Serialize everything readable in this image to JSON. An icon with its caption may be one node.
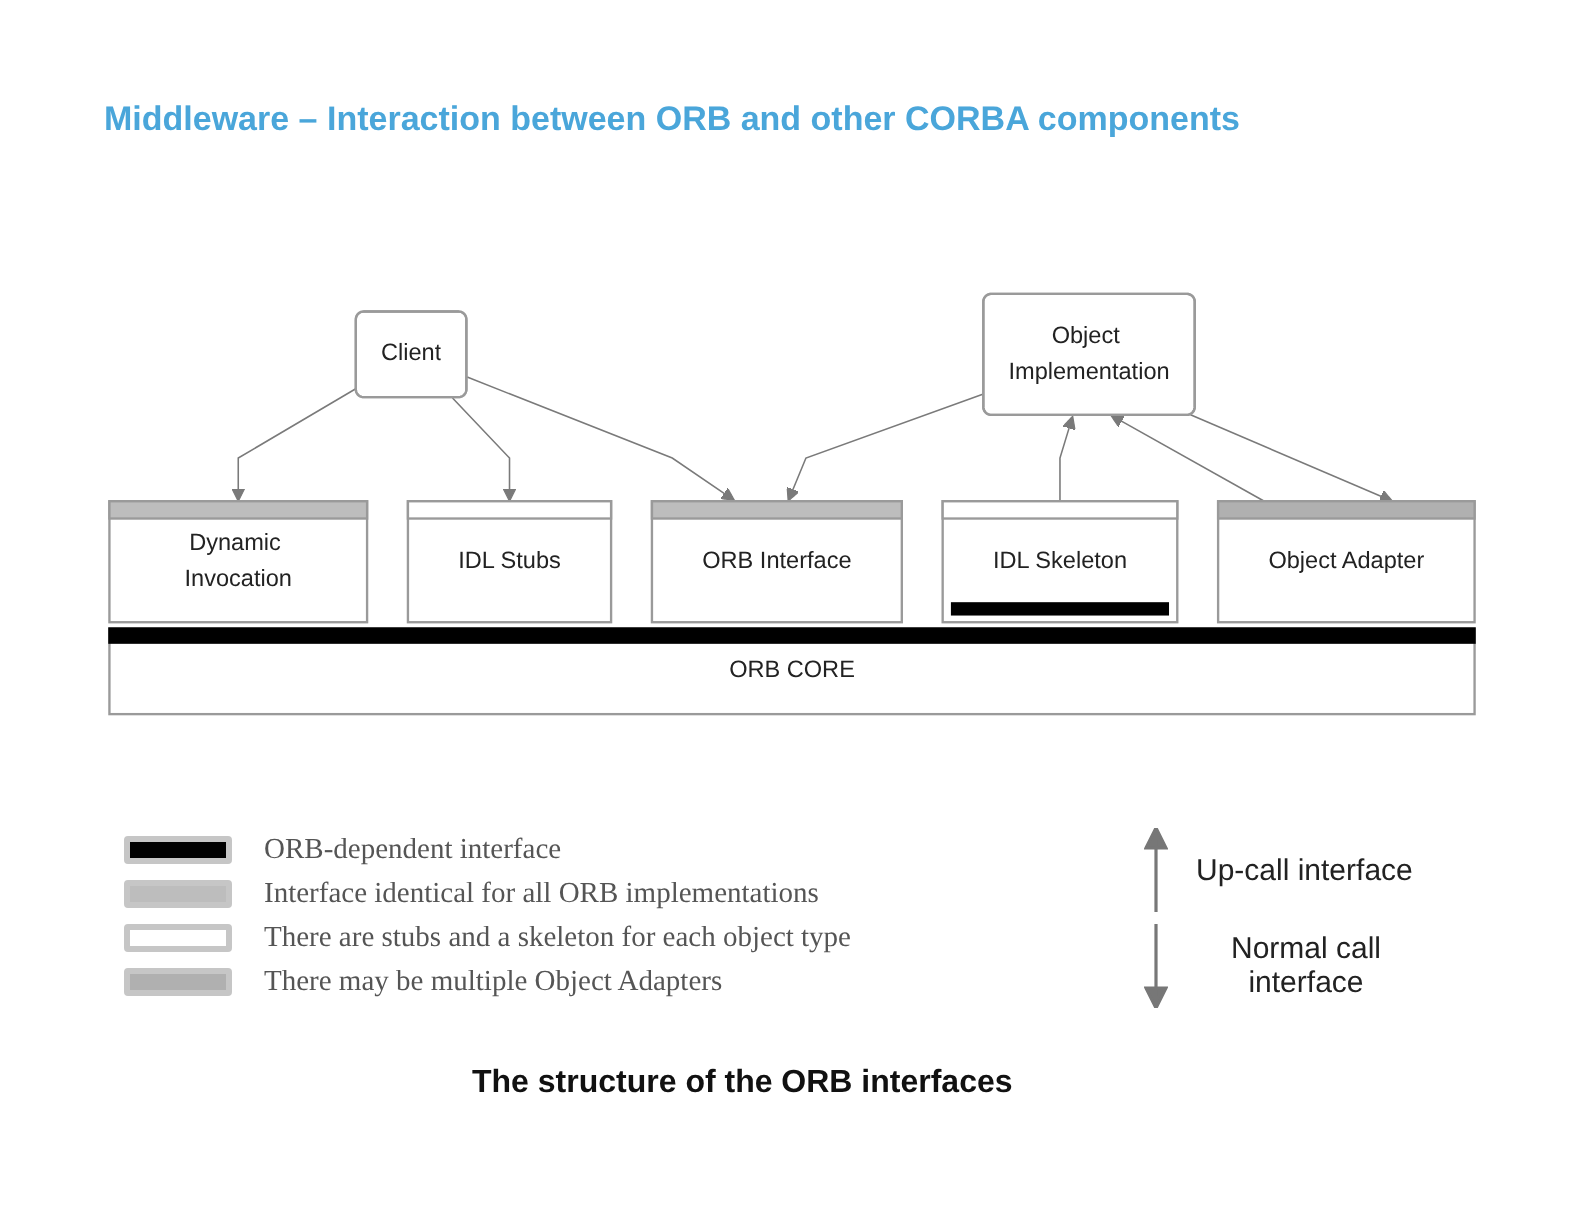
{
  "diagram": {
    "title": "Middleware – Interaction between ORB and other CORBA components",
    "nodes": [
      {
        "text": [
          "Client"
        ]
      },
      {
        "text": [
          "Object Implementation"
        ]
      },
      {
        "text": [
          "Dynamic Invocation"
        ]
      },
      {
        "text": [
          "IDL Stubs"
        ]
      },
      {
        "text": [
          "ORB Interface"
        ]
      },
      {
        "text": [
          "IDL Skeleton"
        ]
      },
      {
        "text": [
          "Object Adapter"
        ]
      },
      {
        "text": [
          "ORB CORE"
        ]
      }
    ],
    "edges": [
      {
        "from": 0,
        "to": 2,
        "arrow": "to"
      },
      {
        "from": 0,
        "to": 3,
        "arrow": "to"
      },
      {
        "from": 0,
        "to": 4,
        "arrow": "to"
      },
      {
        "from": 1,
        "to": 4,
        "arrow": "to"
      },
      {
        "from": 5,
        "to": 1,
        "arrow": "to"
      },
      {
        "from": 6,
        "to": 1,
        "arrow": "to"
      },
      {
        "from": 1,
        "to": 6,
        "arrow": "to"
      }
    ],
    "caption": "The structure of the ORB interfaces",
    "legend": [
      {
        "text": "ORB-dependent interface",
        "color": "#000000"
      },
      {
        "text": "Interface identical for all ORB implementations",
        "color": "#bdbdbd"
      },
      {
        "text": "There are stubs and a skeleton for each object type",
        "color": "#ffffff"
      },
      {
        "text": "There may be multiple Object Adapters",
        "color": "#b0b0b0"
      },
      {
        "text": "Up-call interface"
      },
      {
        "text": "Normal call interface"
      }
    ]
  }
}
